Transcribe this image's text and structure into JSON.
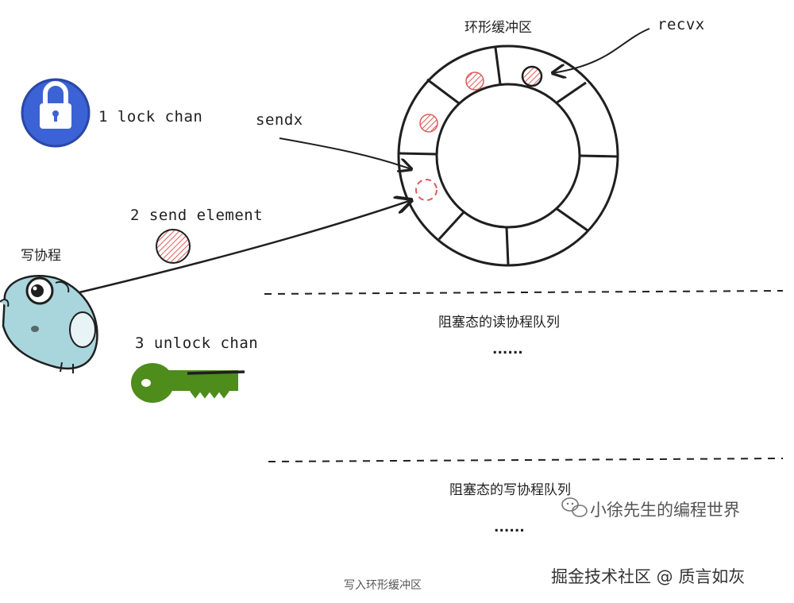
{
  "labels": {
    "ring_title": "环形缓冲区",
    "recvx": "recvx",
    "sendx": "sendx",
    "step1": "1 lock chan",
    "step2": "2 send element",
    "step3": "3 unlock chan",
    "writer": "写协程",
    "read_queue": "阻塞态的读协程队列",
    "read_queue_dots": "......",
    "write_queue": "阻塞态的写协程队列",
    "write_queue_dots": "......",
    "caption": "写入环形缓冲区"
  },
  "watermarks": {
    "wechat": "小徐先生的编程世界",
    "juejin": "掘金技术社区 @ 质言如灰"
  },
  "icons": {
    "lock": "lock-icon",
    "key": "key-icon",
    "gopher": "gopher-icon",
    "wechat": "wechat-icon"
  },
  "colors": {
    "lock_blue": "#3b63d6",
    "key_green": "#4e8c1c",
    "element_red": "#e05a5a",
    "gopher_blue": "#a9d6dd"
  }
}
